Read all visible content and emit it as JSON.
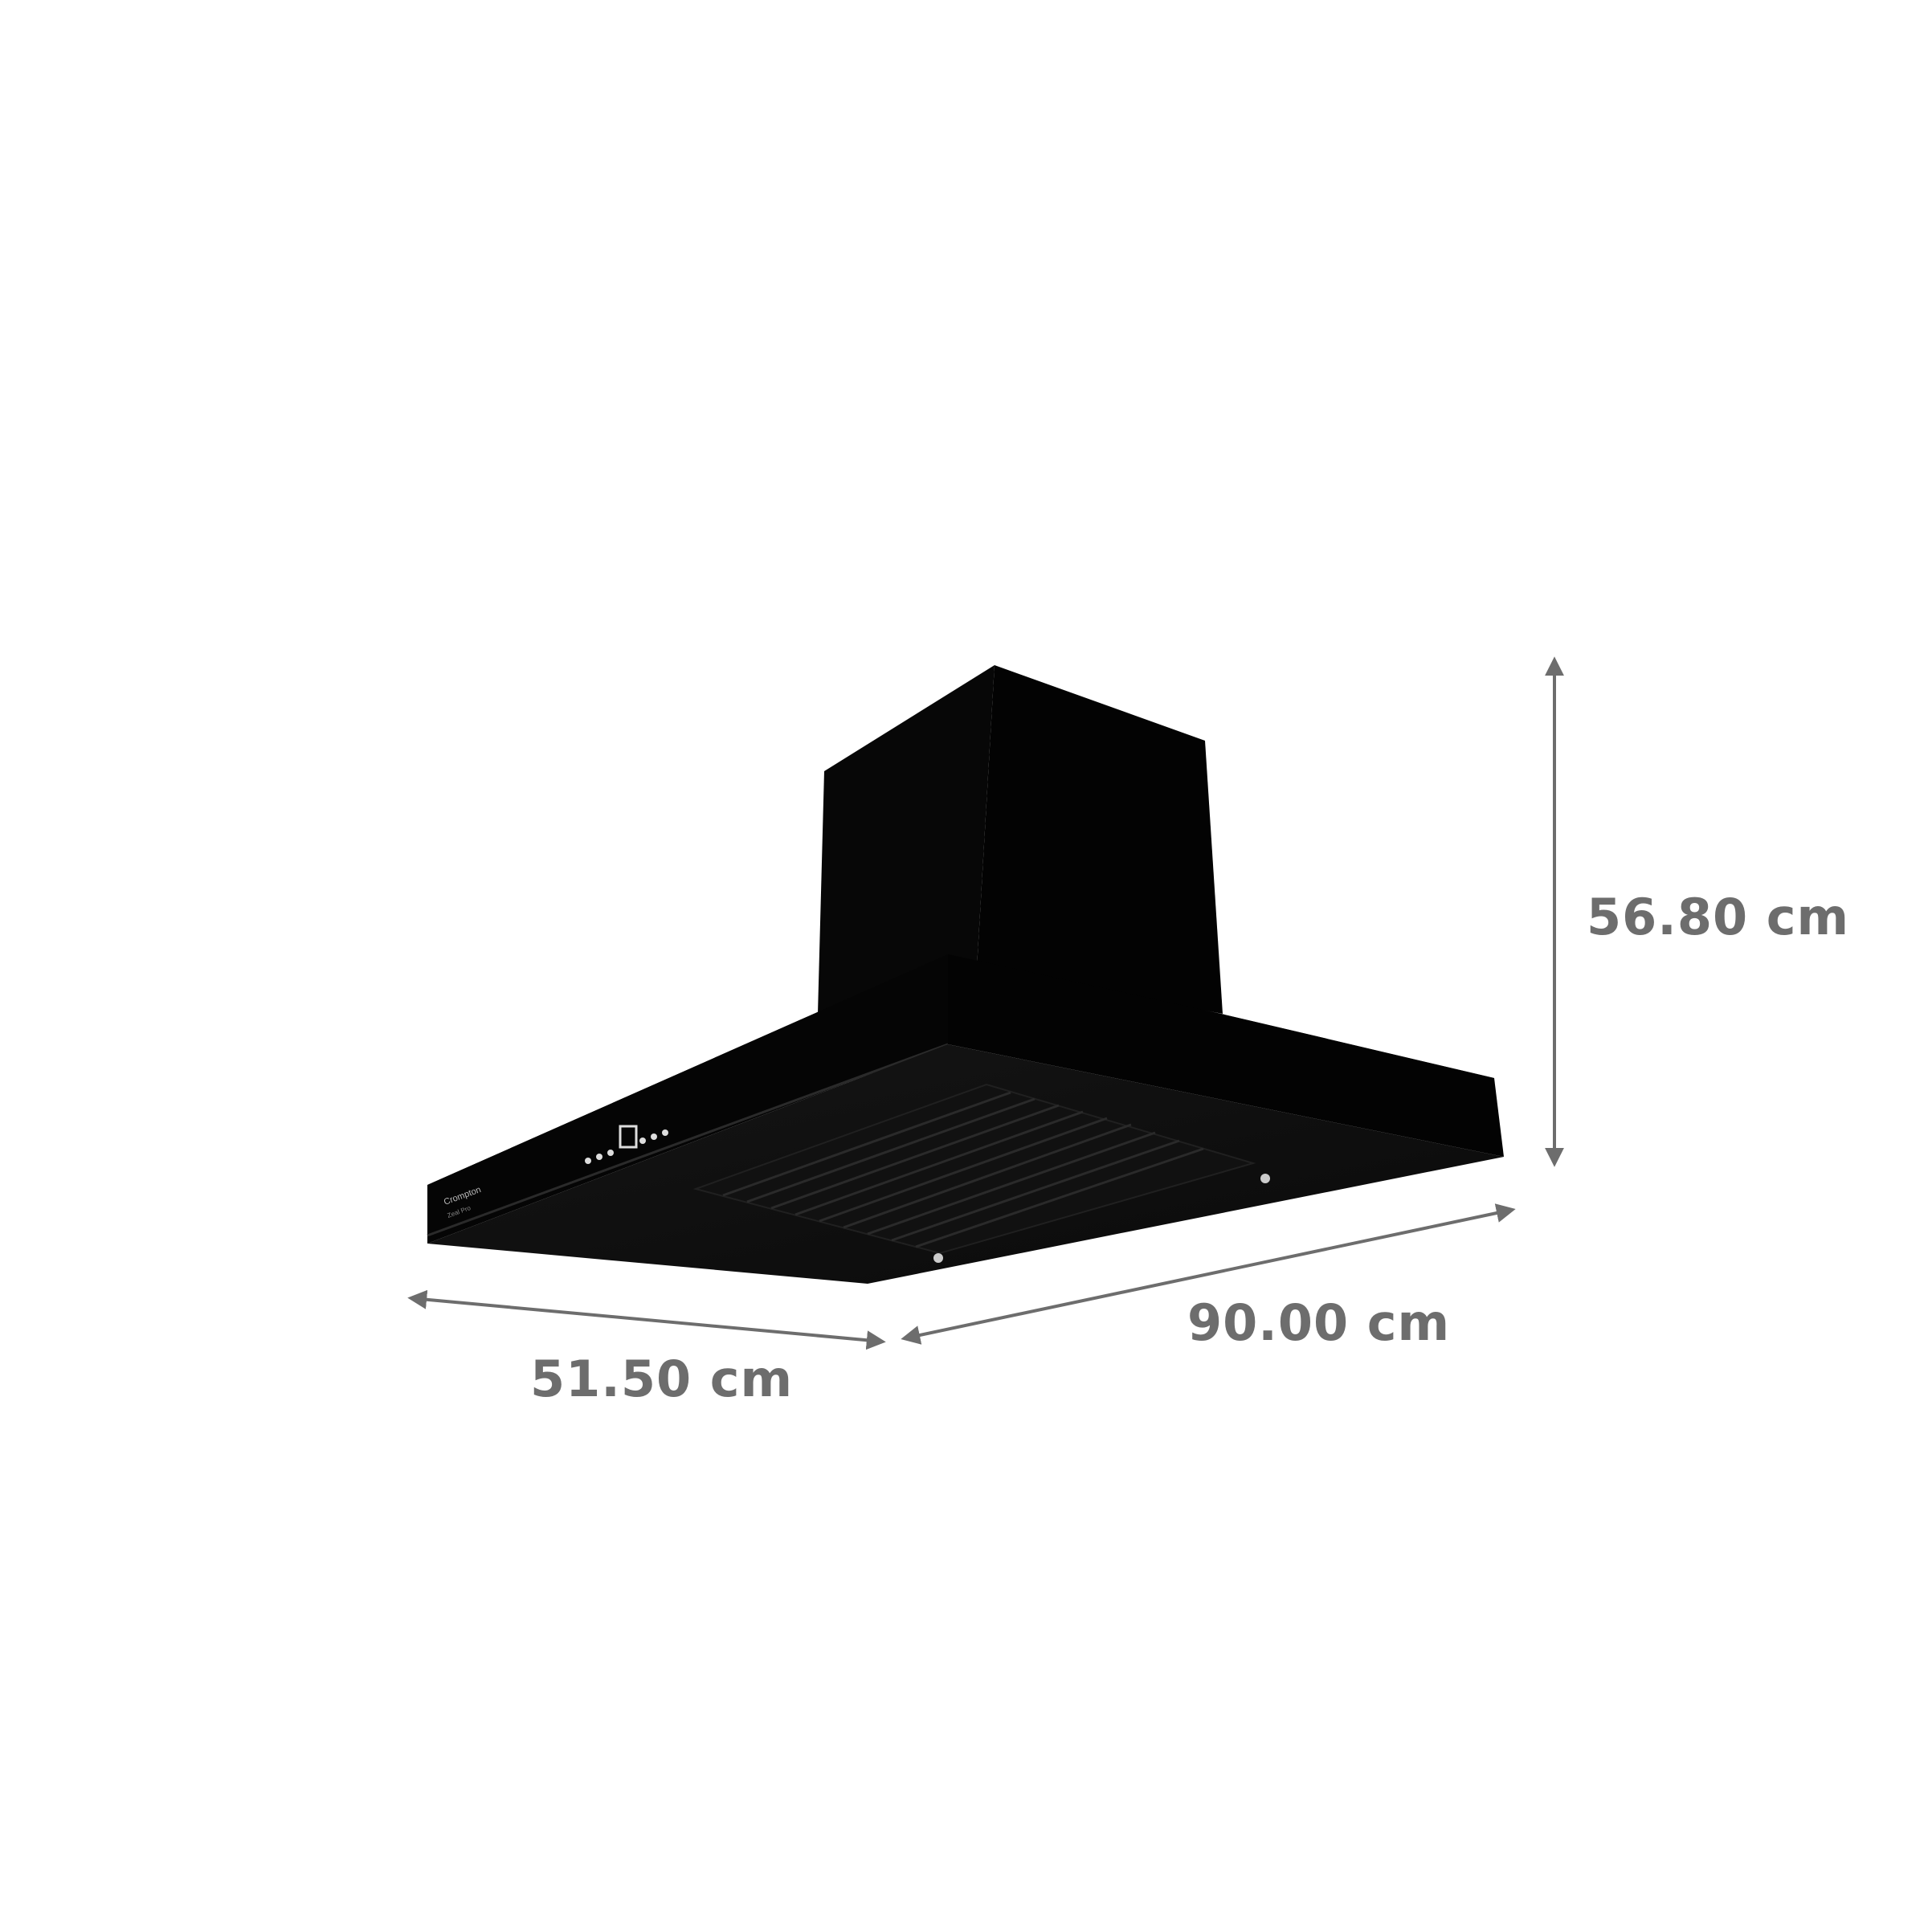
{
  "product": {
    "brand_text": "Crompton",
    "model_text": "Zeal Pro"
  },
  "dimensions": {
    "height": "56.80 cm",
    "width": "90.00 cm",
    "depth": "51.50 cm"
  },
  "colors": {
    "background": "#ffffff",
    "hood_body": "#050505",
    "arrow_and_label": "#6d6d6d"
  }
}
